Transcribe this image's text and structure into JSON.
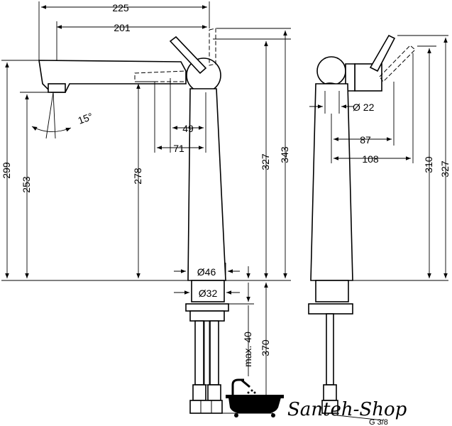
{
  "dimensions": {
    "d225": "225",
    "d201": "201",
    "d15deg": "15°",
    "d49": "49",
    "d71": "71",
    "d299": "299",
    "d253": "253",
    "d278": "278",
    "d327_left": "327",
    "d343": "343",
    "d46": "Ø46",
    "d32": "Ø32",
    "dmax40": "max. 40",
    "d370": "370",
    "d22": "Ø 22",
    "d87": "87",
    "d108": "108",
    "d310": "310",
    "d327_right": "327",
    "thread": "G 3/8"
  },
  "watermark": {
    "brand": "Santeh-Shop"
  }
}
